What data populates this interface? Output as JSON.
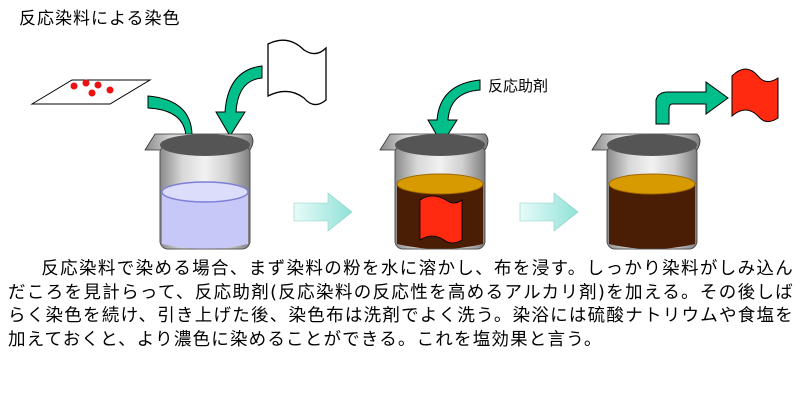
{
  "title": "反応染料による染色",
  "agent_label": "反応助剤",
  "description": "反応染料で染める場合、まず染料の粉を水に溶かし、布を浸す。しっかり染料がしみ込んだころを見計らって、反応助剤(反応染料の反応性を高めるアルカリ剤)を加える。その後しばらく染色を続け、引き上げた後、染色布は洗剤でよく洗う。染浴には硫酸ナトリウムや食塩を加えておくと、より濃色に染めることができる。これを塩効果と言う。",
  "colors": {
    "arrow_green": "#00bf8a",
    "step_arrow": "#9fe8e0",
    "water": "#c7c8f8",
    "dye_bath": "#4a1e04",
    "dye_surface": "#d79a00",
    "fabric_red": "#ff2a10",
    "powder_red": "#ee1111",
    "glass_gray": "#bfbfbf"
  }
}
